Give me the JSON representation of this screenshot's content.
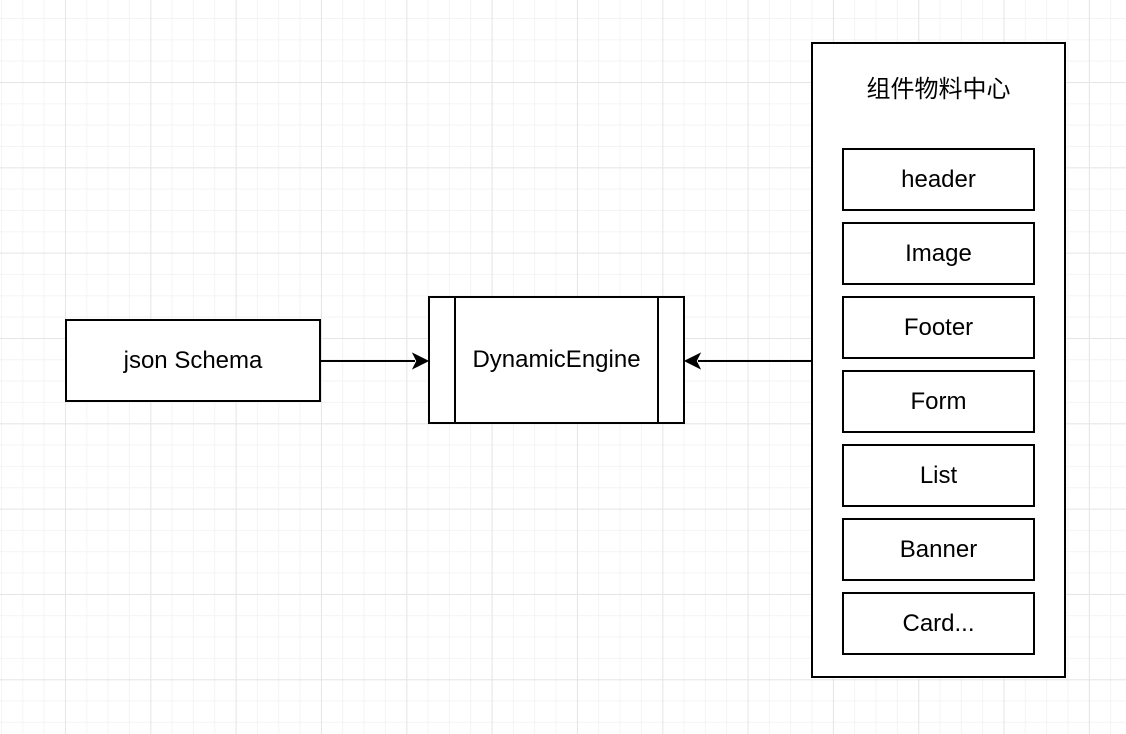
{
  "diagram": {
    "nodes": {
      "json_schema": {
        "label": "json Schema"
      },
      "dynamic_engine": {
        "label": "DynamicEngine"
      },
      "material_center": {
        "title": "组件物料中心",
        "items": [
          {
            "label": "header"
          },
          {
            "label": "Image"
          },
          {
            "label": "Footer"
          },
          {
            "label": "Form"
          },
          {
            "label": "List"
          },
          {
            "label": "Banner"
          },
          {
            "label": "Card..."
          }
        ]
      }
    },
    "edges": [
      {
        "from": "json_schema",
        "to": "dynamic_engine",
        "arrow_direction": "right"
      },
      {
        "from": "material_center",
        "to": "dynamic_engine",
        "arrow_direction": "left"
      }
    ],
    "colors": {
      "stroke": "#000000",
      "background": "#ffffff",
      "grid_minor": "#f4f4f4",
      "grid_major": "#e6e6e6"
    }
  }
}
